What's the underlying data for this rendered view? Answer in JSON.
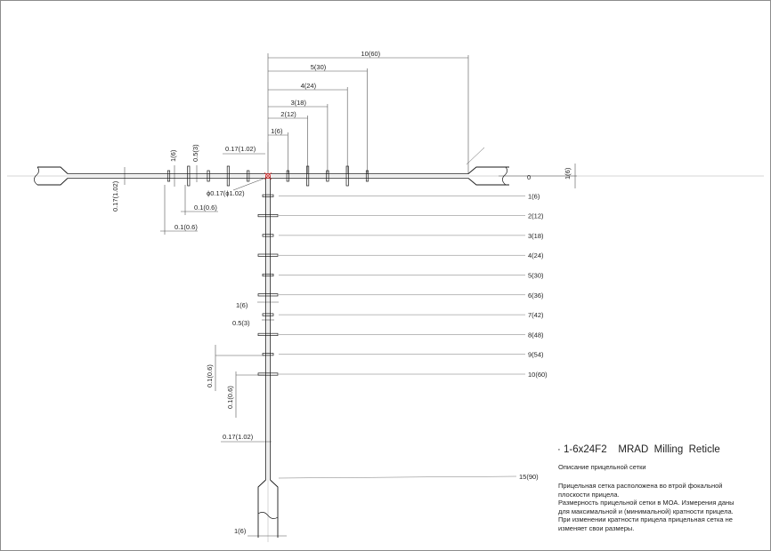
{
  "reticle": {
    "title": "· 1-6x24F2    MRAD  Milling  Reticle",
    "subtitle": "Описание прицельной сетки",
    "description": [
      "Прицельная сетка расположена во втрой фокальной плоскости прицела.",
      "Размерность прицельной сетки в МОА. Измерения даны для максимальной и (минимальной) кратности прицела.",
      "При изменении кратности прицела прицельная сетка не изменяет свои размеры."
    ]
  },
  "top_dimensions": [
    "10(60)",
    "5(30)",
    "4(24)",
    "3(18)",
    "2(12)",
    "1(6)"
  ],
  "horizontal_marks": {
    "gap": "0.17(1.02)",
    "tick_height": "1(6)",
    "half_tick": "0.5(3)",
    "center_dot": "ϕ0.17(ϕ1.02)",
    "line_width": "0.1(0.6)",
    "line_width_2": "0.1(0.6)",
    "post_width": "0.17(1.02)",
    "post_right": "1(6)",
    "zero": "0"
  },
  "vertical_labels": [
    "1(6)",
    "2(12)",
    "3(18)",
    "4(24)",
    "5(30)",
    "6(36)",
    "7(42)",
    "8(48)",
    "9(54)",
    "10(60)",
    "15(90)"
  ],
  "vertical_marks": {
    "tick_width": "1(6)",
    "half_tick": "0.5(3)",
    "line_width_a": "0.1(0.6)",
    "line_width_b": "0.1(0.6)",
    "post_width": "0.17(1.02)",
    "bottom_post": "1(6)"
  },
  "colors": {
    "line": "#1a1a1a",
    "dim": "#555555",
    "center": "#e03030"
  }
}
